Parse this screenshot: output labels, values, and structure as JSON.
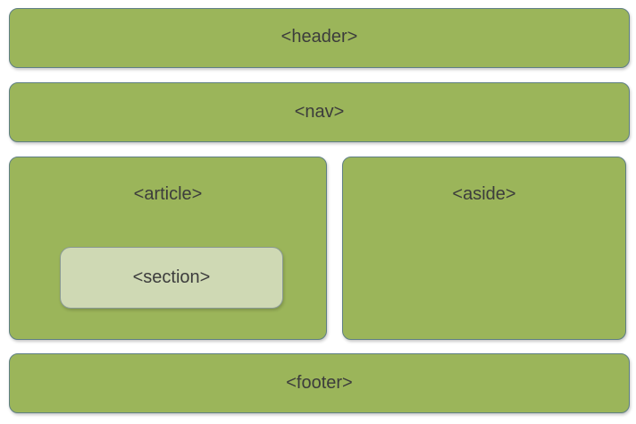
{
  "blocks": {
    "header": "<header>",
    "nav": "<nav>",
    "article": "<article>",
    "section": "<section>",
    "aside": "<aside>",
    "footer": "<footer>"
  },
  "colors": {
    "block_fill": "#9bb55a",
    "block_border": "#5f7f84",
    "section_fill": "#cfd9b4",
    "text": "#3c3c3c"
  }
}
